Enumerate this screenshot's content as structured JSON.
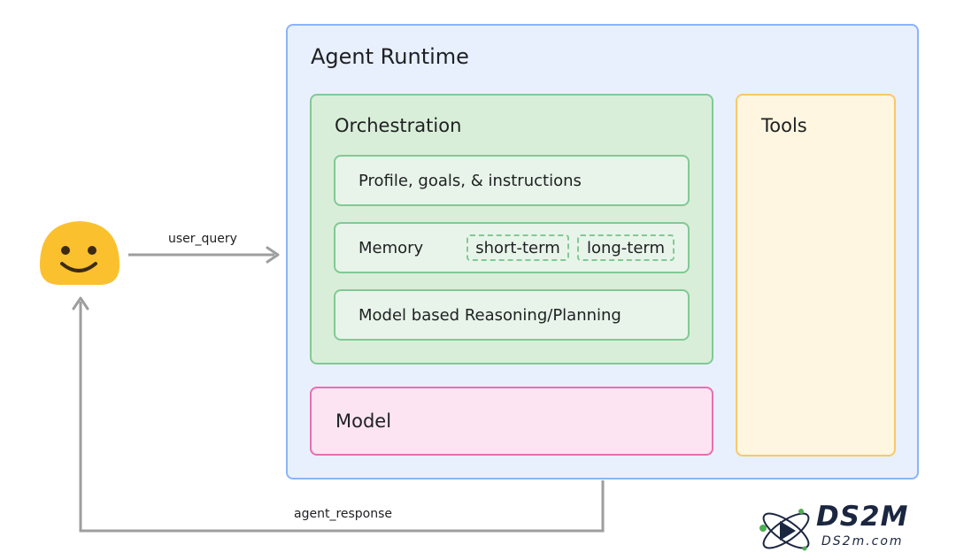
{
  "diagram": {
    "runtime_title": "Agent Runtime",
    "orchestration_title": "Orchestration",
    "profile_label": "Profile, goals, & instructions",
    "memory_label": "Memory",
    "memory_short": "short-term",
    "memory_long": "long-term",
    "reasoning_label": "Model based Reasoning/Planning",
    "model_label": "Model",
    "tools_label": "Tools",
    "user_query_label": "user_query",
    "agent_response_label": "agent_response"
  },
  "watermark": {
    "name": "DS2M",
    "domain": "DS2m.com"
  },
  "colors": {
    "runtime_fill": "#e8f0fe",
    "runtime_border": "#8ab4f8",
    "orchestration_fill": "#d9eed9",
    "orchestration_border": "#81c995",
    "model_fill": "#fce4f2",
    "model_border": "#e86fb0",
    "tools_fill": "#fef6e0",
    "tools_border": "#f6c96b",
    "arrow": "#9e9e9e",
    "user_face": "#fbc02d"
  },
  "icons": {
    "user": "smiley-face-icon"
  }
}
